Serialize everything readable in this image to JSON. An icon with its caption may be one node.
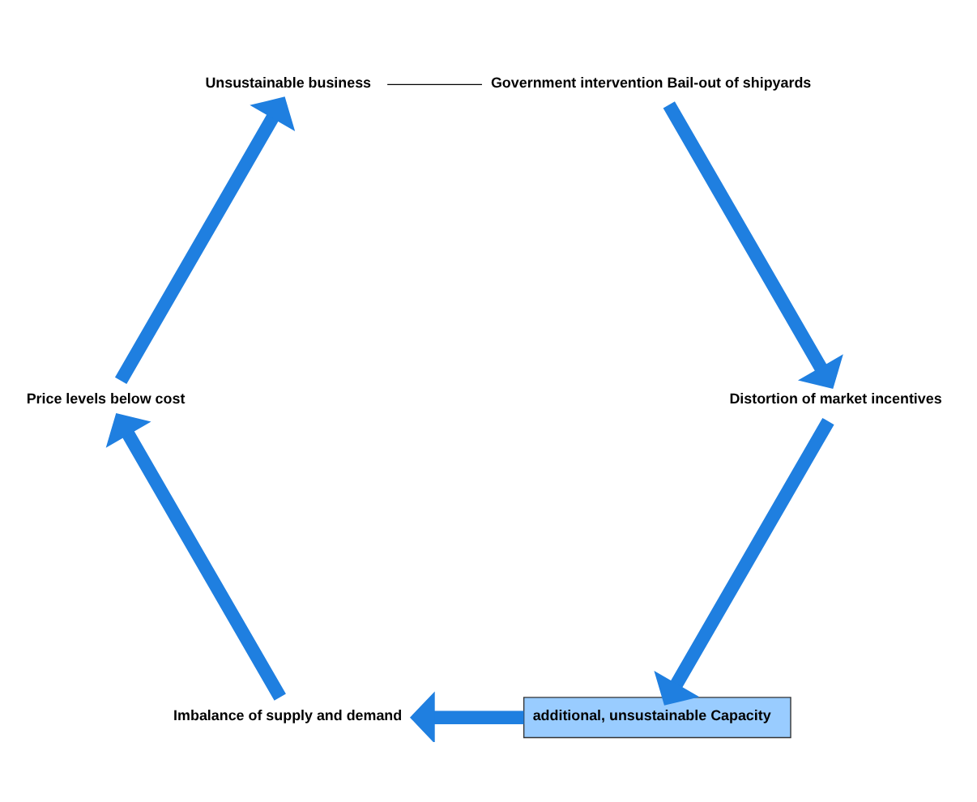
{
  "diagram": {
    "nodes": [
      {
        "text": [
          "additional, unsustainable Capacity"
        ]
      },
      {
        "text": [
          "Imbalance of supply and demand"
        ]
      },
      {
        "text": [
          "Price levels below cost"
        ]
      },
      {
        "text": [
          "Unsustainable business"
        ]
      },
      {
        "text": [
          "Government intervention Bail-out of shipyards"
        ]
      },
      {
        "text": [
          "Distortion of market incentives"
        ]
      }
    ],
    "edges": [
      {
        "from": 0,
        "to": 1,
        "arrow": "to"
      },
      {
        "from": 1,
        "to": 2,
        "arrow": "to"
      },
      {
        "from": 2,
        "to": 3,
        "arrow": "to"
      },
      {
        "from": 3,
        "to": 4,
        "arrow": "none",
        "color": "#000000"
      },
      {
        "from": 4,
        "to": 5,
        "arrow": "to"
      },
      {
        "from": 5,
        "to": 0,
        "arrow": "to"
      }
    ]
  }
}
